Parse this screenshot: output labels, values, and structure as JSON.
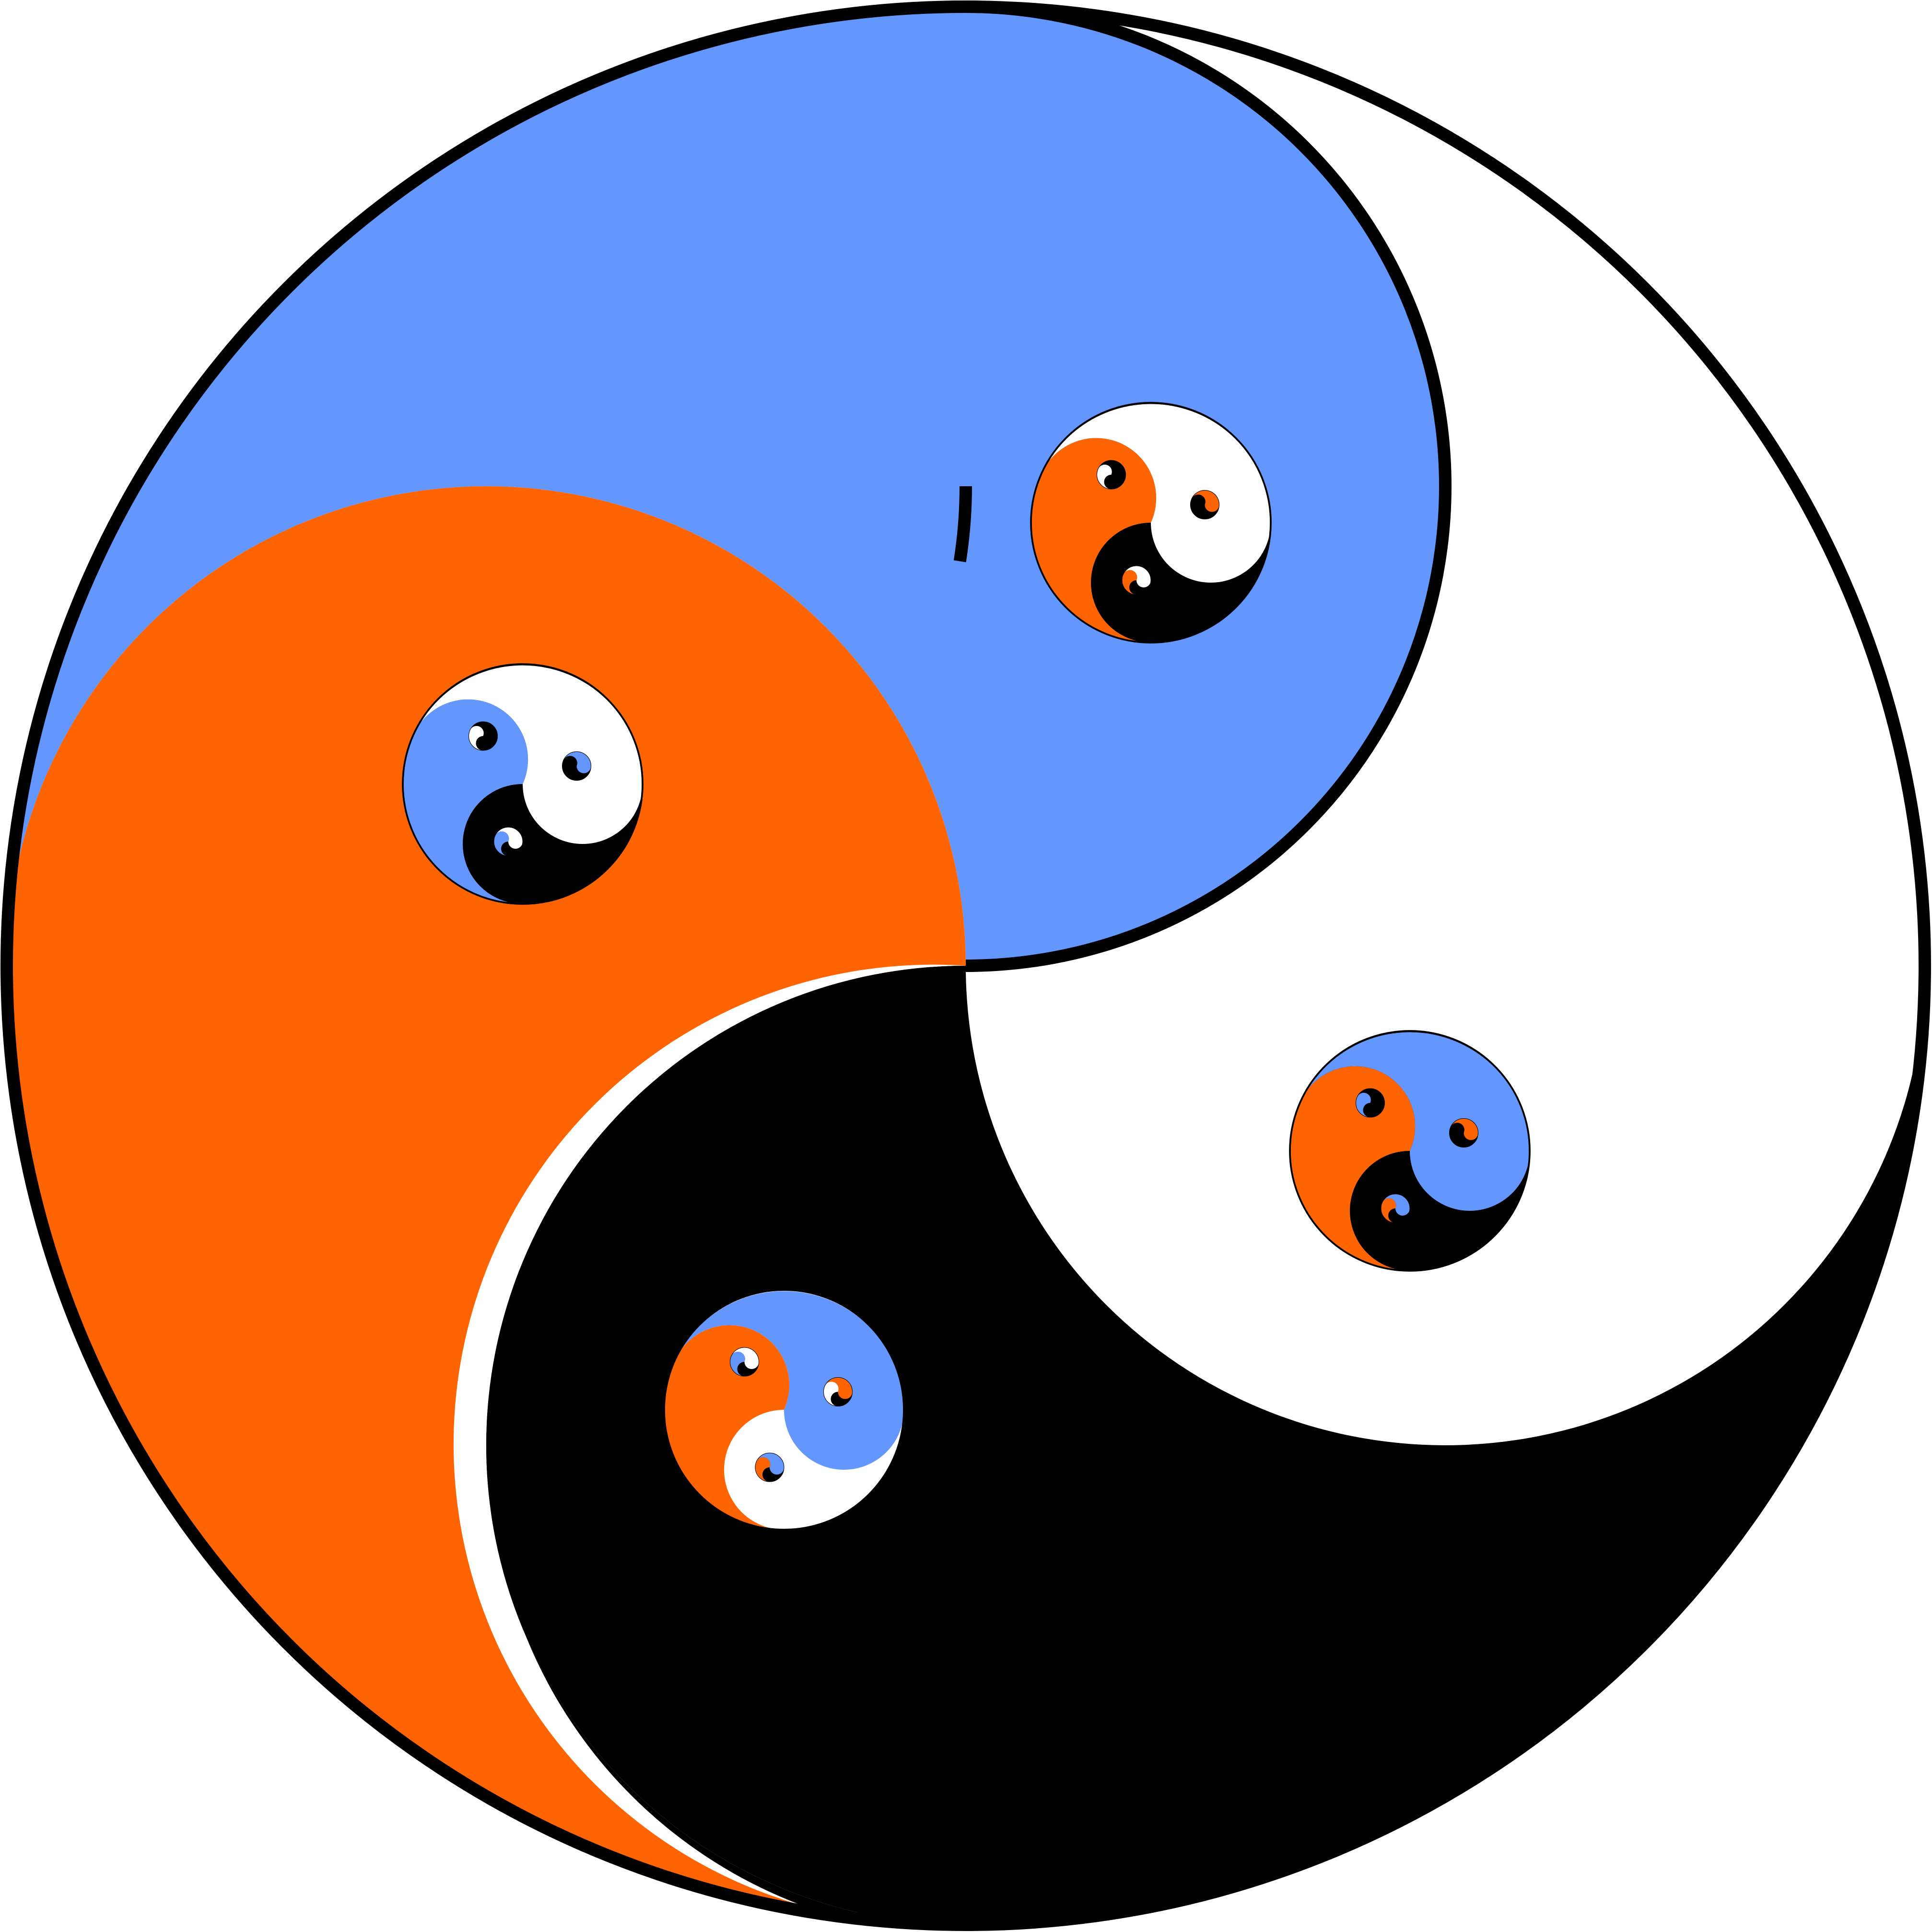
{
  "colors": {
    "blue": "#6497FE",
    "orange": "#FF6402",
    "white": "#FFFFFF",
    "black": "#000000",
    "outline": "#000000"
  },
  "main_symbol": {
    "type": "four-part yin-yang",
    "quadrant_colors": [
      "blue",
      "white",
      "black",
      "orange"
    ]
  },
  "sub_symbols": [
    {
      "name": "sub-symbol-in-blue",
      "quadrant_colors": [
        "white",
        "black",
        "orange"
      ]
    },
    {
      "name": "sub-symbol-in-orange",
      "quadrant_colors": [
        "white",
        "black",
        "blue"
      ]
    },
    {
      "name": "sub-symbol-in-white",
      "quadrant_colors": [
        "blue",
        "black",
        "orange"
      ]
    },
    {
      "name": "sub-symbol-in-black",
      "quadrant_colors": [
        "blue",
        "white",
        "orange"
      ]
    }
  ]
}
